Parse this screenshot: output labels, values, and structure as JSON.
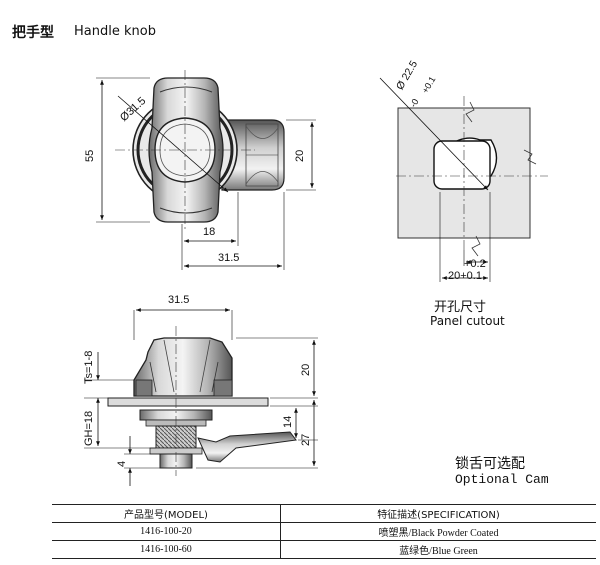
{
  "header": {
    "title_cn": "把手型",
    "title_en": "Handle knob"
  },
  "top_view": {
    "dia": "Ø31.5",
    "height": "55",
    "thick": "20",
    "offset": "18",
    "width": "31.5"
  },
  "cutout": {
    "dia": "Ø 22.5",
    "dia_tol_upper": "+0.1",
    "dia_tol_lower": "-0",
    "flat_tol": "+0.2",
    "width": "20+0.1",
    "caption_cn": "开孔尺寸",
    "caption_en": "Panel cutout"
  },
  "side_view": {
    "width": "31.5",
    "ts": "Ts=1-8",
    "gh": "GH=18",
    "head_height": "20",
    "dim_14": "14",
    "dim_27": "27",
    "dim_4": "4"
  },
  "cam": {
    "caption_cn": "锁舌可选配",
    "caption_en": "Optional Cam"
  },
  "table": {
    "headers": [
      "产品型号(MODEL)",
      "特征描述(SPECIFICATION)"
    ],
    "rows": [
      [
        "1416-100-20",
        "喷塑黑/Black Powder Coated"
      ],
      [
        "1416-100-60",
        "蓝绿色/Blue Green"
      ]
    ]
  }
}
